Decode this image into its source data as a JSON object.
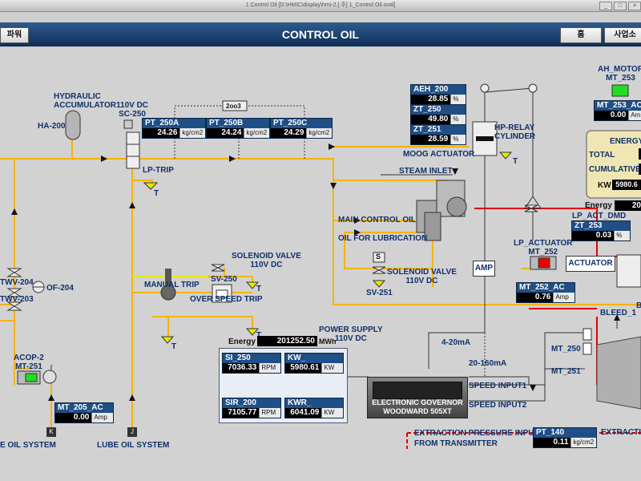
{
  "window": {
    "title": "1 Control Oil    [D:\\HMIC\\display\\hmi-2.]  주] 1_Control Oil.oval]"
  },
  "header": {
    "title": "CONTROL OIL",
    "left_text": "파워",
    "home_label": "홈",
    "office_label": "사업소"
  },
  "labels": {
    "hydraulic_accumulator": "HYDRAULIC\nACCUMULATOR",
    "ha200": "HA-200",
    "sc250": "110V DC\nSC-250",
    "lp_trip": "LP-TRIP",
    "t": "T",
    "twv204": "TWV-204",
    "twv203": "TWV-203",
    "of204": "OF-204",
    "acop2": "ACOP-2\nMT-251",
    "lube_left": "E OIL SYSTEM",
    "lube_center": "LUBE OIL SYSTEM",
    "k": "K",
    "j": "J",
    "solenoid_sv250": "SOLENOID VALVE\n110V DC",
    "sv250": "SV-250",
    "manual_trip": "MANUAL TRIP",
    "over_speed_trip": "OVER SPEED TRIP",
    "two_oo_three": "2oo3",
    "moog_actuator": "MOOG ACTUATOR",
    "hp_relay": "HP-RELAY\nCYLINDER",
    "steam_inlet": "STEAM INLET",
    "main_control_oil": "MAIN CONTROL OIL",
    "oil_for_lubrication": "OIL FOR LUBRICATION",
    "s": "S",
    "solenoid_sv251": "SOLENOID VALVE\n110V DC",
    "sv251": "SV-251",
    "amp": "AMP",
    "power_supply": "POWER SUPPLY\n110V DC",
    "ma420": "4-20mA",
    "ma20160": "20-160mA",
    "governor": "ELECTRONIC GOVERNOR\nWOODWARD 505XT",
    "speed_input1": "SPEED INPUT1",
    "speed_input2": "SPEED INPUT2",
    "extraction_pressure": "EXTRACTION PRESSURE INPUT\nFROM TRANSMITTER",
    "extraction_right": "EXTRACTIO",
    "lp_actuator": "LP_ACTUATOR\nMT_252",
    "actuator": "ACTUATOR",
    "lp_act_dmd": "LP_ACT_DMD",
    "bleed1": "BLEED_1",
    "b": "B",
    "mt250": "MT_250",
    "mt251": "MT_251",
    "ah_motor": "AH_MOTOR\nMT_253",
    "energy_label": "Energy",
    "energy_right_label": "Energy",
    "mwh": "MWh",
    "energy_title": "ENERGY",
    "total": "TOTAL",
    "cumulative": "CUMULATIVE",
    "kw": "KW"
  },
  "tags": {
    "pt250a": {
      "name": "PT_250A",
      "value": "24.26",
      "unit": "kg/cm2"
    },
    "pt250b": {
      "name": "PT_250B",
      "value": "24.24",
      "unit": "kg/cm2"
    },
    "pt250c": {
      "name": "PT_250C",
      "value": "24.29",
      "unit": "kg/cm2"
    },
    "aeh200": {
      "name": "AEH_200",
      "value": "28.85",
      "unit": "%"
    },
    "zt250": {
      "name": "ZT_250",
      "value": "49.80",
      "unit": "%"
    },
    "zt251": {
      "name": "ZT_251",
      "value": "28.59",
      "unit": "%"
    },
    "mt205ac": {
      "name": "MT_205_AC",
      "value": "0.00",
      "unit": "Amp"
    },
    "si250": {
      "name": "SI_250",
      "value": "7036.33",
      "unit": "RPM"
    },
    "sir200": {
      "name": "SIR_200",
      "value": "7105.77",
      "unit": "RPM"
    },
    "kw": {
      "name": "KW_",
      "value": "5980.61",
      "unit": "KW"
    },
    "kwr": {
      "name": "KWR_",
      "value": "6041.09",
      "unit": "KW"
    },
    "zt253": {
      "name": "ZT_253",
      "value": "0.03",
      "unit": "%"
    },
    "mt252ac": {
      "name": "MT_252_AC",
      "value": "0.76",
      "unit": "Amp"
    },
    "pt140": {
      "name": "PT_140",
      "value": "0.11",
      "unit": "kg/cm2"
    },
    "mt253ac": {
      "name": "MT_253_AC",
      "value": "0.00",
      "unit": "Am"
    }
  },
  "energy": {
    "value": "201252.50",
    "right_value": "20",
    "kw_value": "5980.6"
  },
  "colors": {
    "oil_line": "#f5b400",
    "trip_line": "#e8e800",
    "signal_red": "#e00000",
    "motor_green": "#22dd22",
    "motor_red": "#ee0000"
  }
}
